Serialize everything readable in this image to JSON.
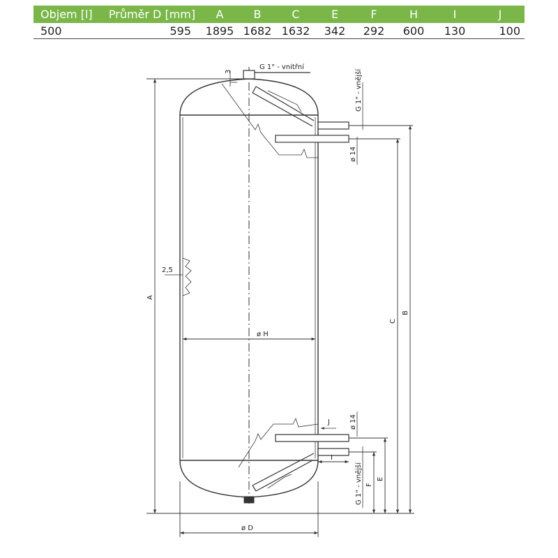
{
  "table": {
    "headers": [
      "Objem [l]",
      "Průměr D [mm]",
      "A",
      "B",
      "C",
      "E",
      "F",
      "H",
      "I",
      "J"
    ],
    "row": [
      "500",
      "595",
      "1895",
      "1682",
      "1632",
      "342",
      "292",
      "600",
      "130",
      "100"
    ]
  },
  "diagram": {
    "label_top_fitting": "G 1\" - vnitřní",
    "label_upper_outer": "G 1\" - vnější",
    "label_lower_outer": "G 1\" - vnější",
    "label_wall_3": "3",
    "label_wall_2_5": "2,5",
    "label_phi14_upper": "ø 14",
    "label_phi14_lower": "ø 14",
    "label_A": "A",
    "label_B": "B",
    "label_C": "C",
    "label_E": "E",
    "label_F": "F",
    "label_J": "J",
    "label_I": "I",
    "label_phiH": "ø H",
    "label_phiD": "ø D"
  },
  "colors": {
    "header_bg": "#7ab648",
    "header_text": "#ffffff",
    "line": "#333333"
  }
}
